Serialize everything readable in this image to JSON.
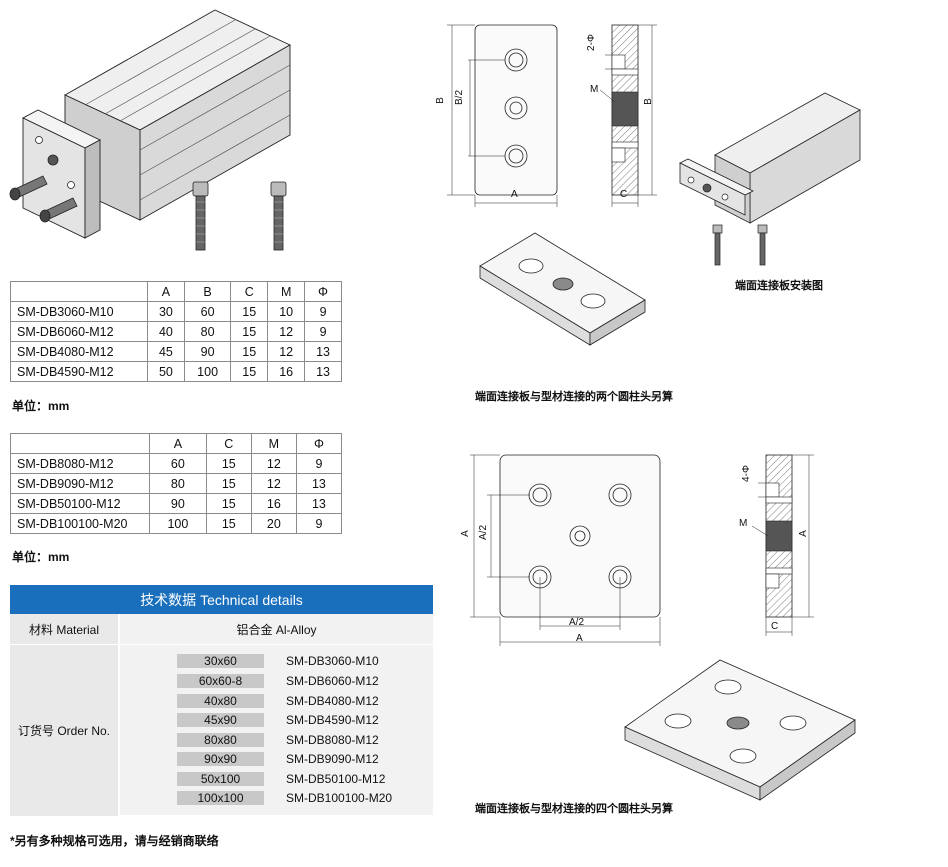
{
  "table1": {
    "headers": [
      "",
      "A",
      "B",
      "C",
      "M",
      "Φ"
    ],
    "rows": [
      [
        "SM-DB3060-M10",
        "30",
        "60",
        "15",
        "10",
        "9"
      ],
      [
        "SM-DB6060-M12",
        "40",
        "80",
        "15",
        "12",
        "9"
      ],
      [
        "SM-DB4080-M12",
        "45",
        "90",
        "15",
        "12",
        "13"
      ],
      [
        "SM-DB4590-M12",
        "50",
        "100",
        "15",
        "16",
        "13"
      ]
    ]
  },
  "unit1": "单位：mm",
  "table2": {
    "headers": [
      "",
      "A",
      "C",
      "M",
      "Φ"
    ],
    "rows": [
      [
        "SM-DB8080-M12",
        "60",
        "15",
        "12",
        "9"
      ],
      [
        "SM-DB9090-M12",
        "80",
        "15",
        "12",
        "13"
      ],
      [
        "SM-DB50100-M12",
        "90",
        "15",
        "16",
        "13"
      ],
      [
        "SM-DB100100-M20",
        "100",
        "15",
        "20",
        "9"
      ]
    ]
  },
  "unit2": "单位：mm",
  "tech": {
    "title": "技术数据 Technical details",
    "material_label": "材料 Material",
    "material_value": "铝合金 Al-Alloy",
    "order_label": "订货号 Order No.",
    "orders": [
      {
        "size": "30x60",
        "code": "SM-DB3060-M10"
      },
      {
        "size": "60x60-8",
        "code": "SM-DB6060-M12"
      },
      {
        "size": "40x80",
        "code": "SM-DB4080-M12"
      },
      {
        "size": "45x90",
        "code": "SM-DB4590-M12"
      },
      {
        "size": "80x80",
        "code": "SM-DB8080-M12"
      },
      {
        "size": "90x90",
        "code": "SM-DB9090-M12"
      },
      {
        "size": "50x100",
        "code": "SM-DB50100-M12"
      },
      {
        "size": "100x100",
        "code": "SM-DB100100-M20"
      }
    ]
  },
  "footnote": "*另有多种规格可选用，请与经销商联络",
  "drawing1": {
    "label_b": "B",
    "label_b2": "B/2",
    "label_a": "A",
    "label_phi": "2-Φ",
    "label_m": "M",
    "label_b_side": "B",
    "label_c": "C"
  },
  "caption_install": "端面连接板安装图",
  "caption_two": "端面连接板与型材连接的两个圆柱头另算",
  "drawing2": {
    "label_a": "A",
    "label_a2": "A/2",
    "label_a2_bottom": "A/2",
    "label_a_bottom": "A",
    "label_phi": "4-Φ",
    "label_m": "M",
    "label_a_side": "A",
    "label_c": "C"
  },
  "caption_four": "端面连接板与型材连接的四个圆柱头另算"
}
